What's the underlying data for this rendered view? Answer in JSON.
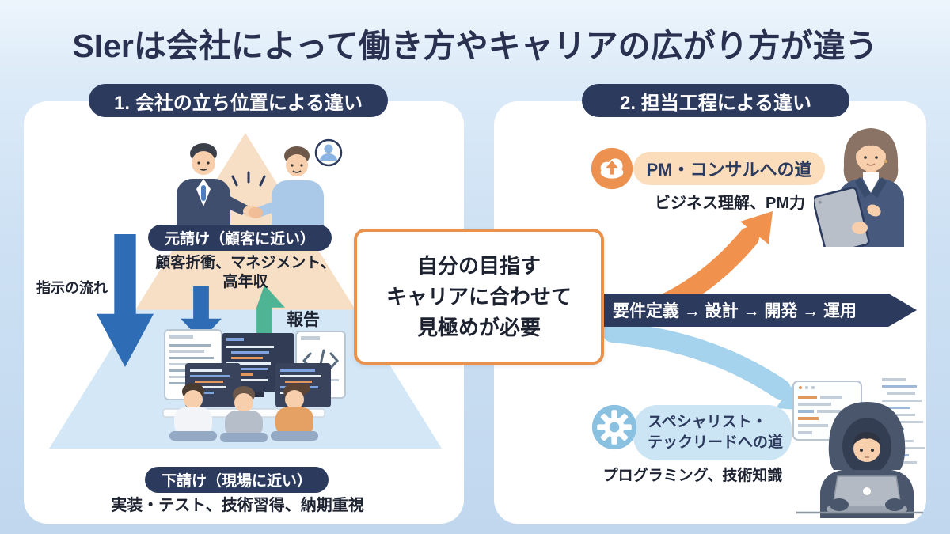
{
  "title": "SIerは会社によって働き方やキャリアの広がり方が違う",
  "center_note": {
    "lines": [
      "自分の目指す",
      "キャリアに合わせて",
      "見極めが必要"
    ]
  },
  "left_panel": {
    "header": "1. 会社の立ち位置による違い",
    "instruction_flow_label": "指示の流れ",
    "report_label": "報告",
    "top_tier": {
      "label": "元請け（顧客に近い）",
      "description": "顧客折衝、マネジメント、\n高年収"
    },
    "bottom_tier": {
      "label": "下請け（現場に近い）",
      "description": "実装・テスト、技術習得、納期重視"
    }
  },
  "right_panel": {
    "header": "2. 担当工程による違い",
    "path_pm": {
      "icon": "cloud-upload-icon",
      "label": "PM・コンサルへの道",
      "description": "ビジネス理解、PM力"
    },
    "process_flow": {
      "steps": [
        "要件定義",
        "設計",
        "開発",
        "運用"
      ],
      "display": "要件定義 → 設計 → 開発 → 運用"
    },
    "path_specialist": {
      "icon": "gear-icon",
      "label_lines": [
        "スペシャリスト・",
        "テックリードへの道"
      ],
      "description": "プログラミング、技術知識"
    }
  },
  "colors": {
    "navy": "#2c3a5e",
    "title_text": "#2a3150",
    "orange": "#ec9150",
    "orange_pill": "#fbdcbb",
    "blue_arrow": "#2e6cb5",
    "green_arrow": "#4eb493",
    "light_blue_arrow": "#a5d2ec",
    "blue_pill": "#cbe5f4",
    "pyramid_peach": "#f7dfc6",
    "pyramid_blue": "#d4e7f7",
    "panel_bg": "#ffffff",
    "page_bg": "#cfe2f4"
  }
}
